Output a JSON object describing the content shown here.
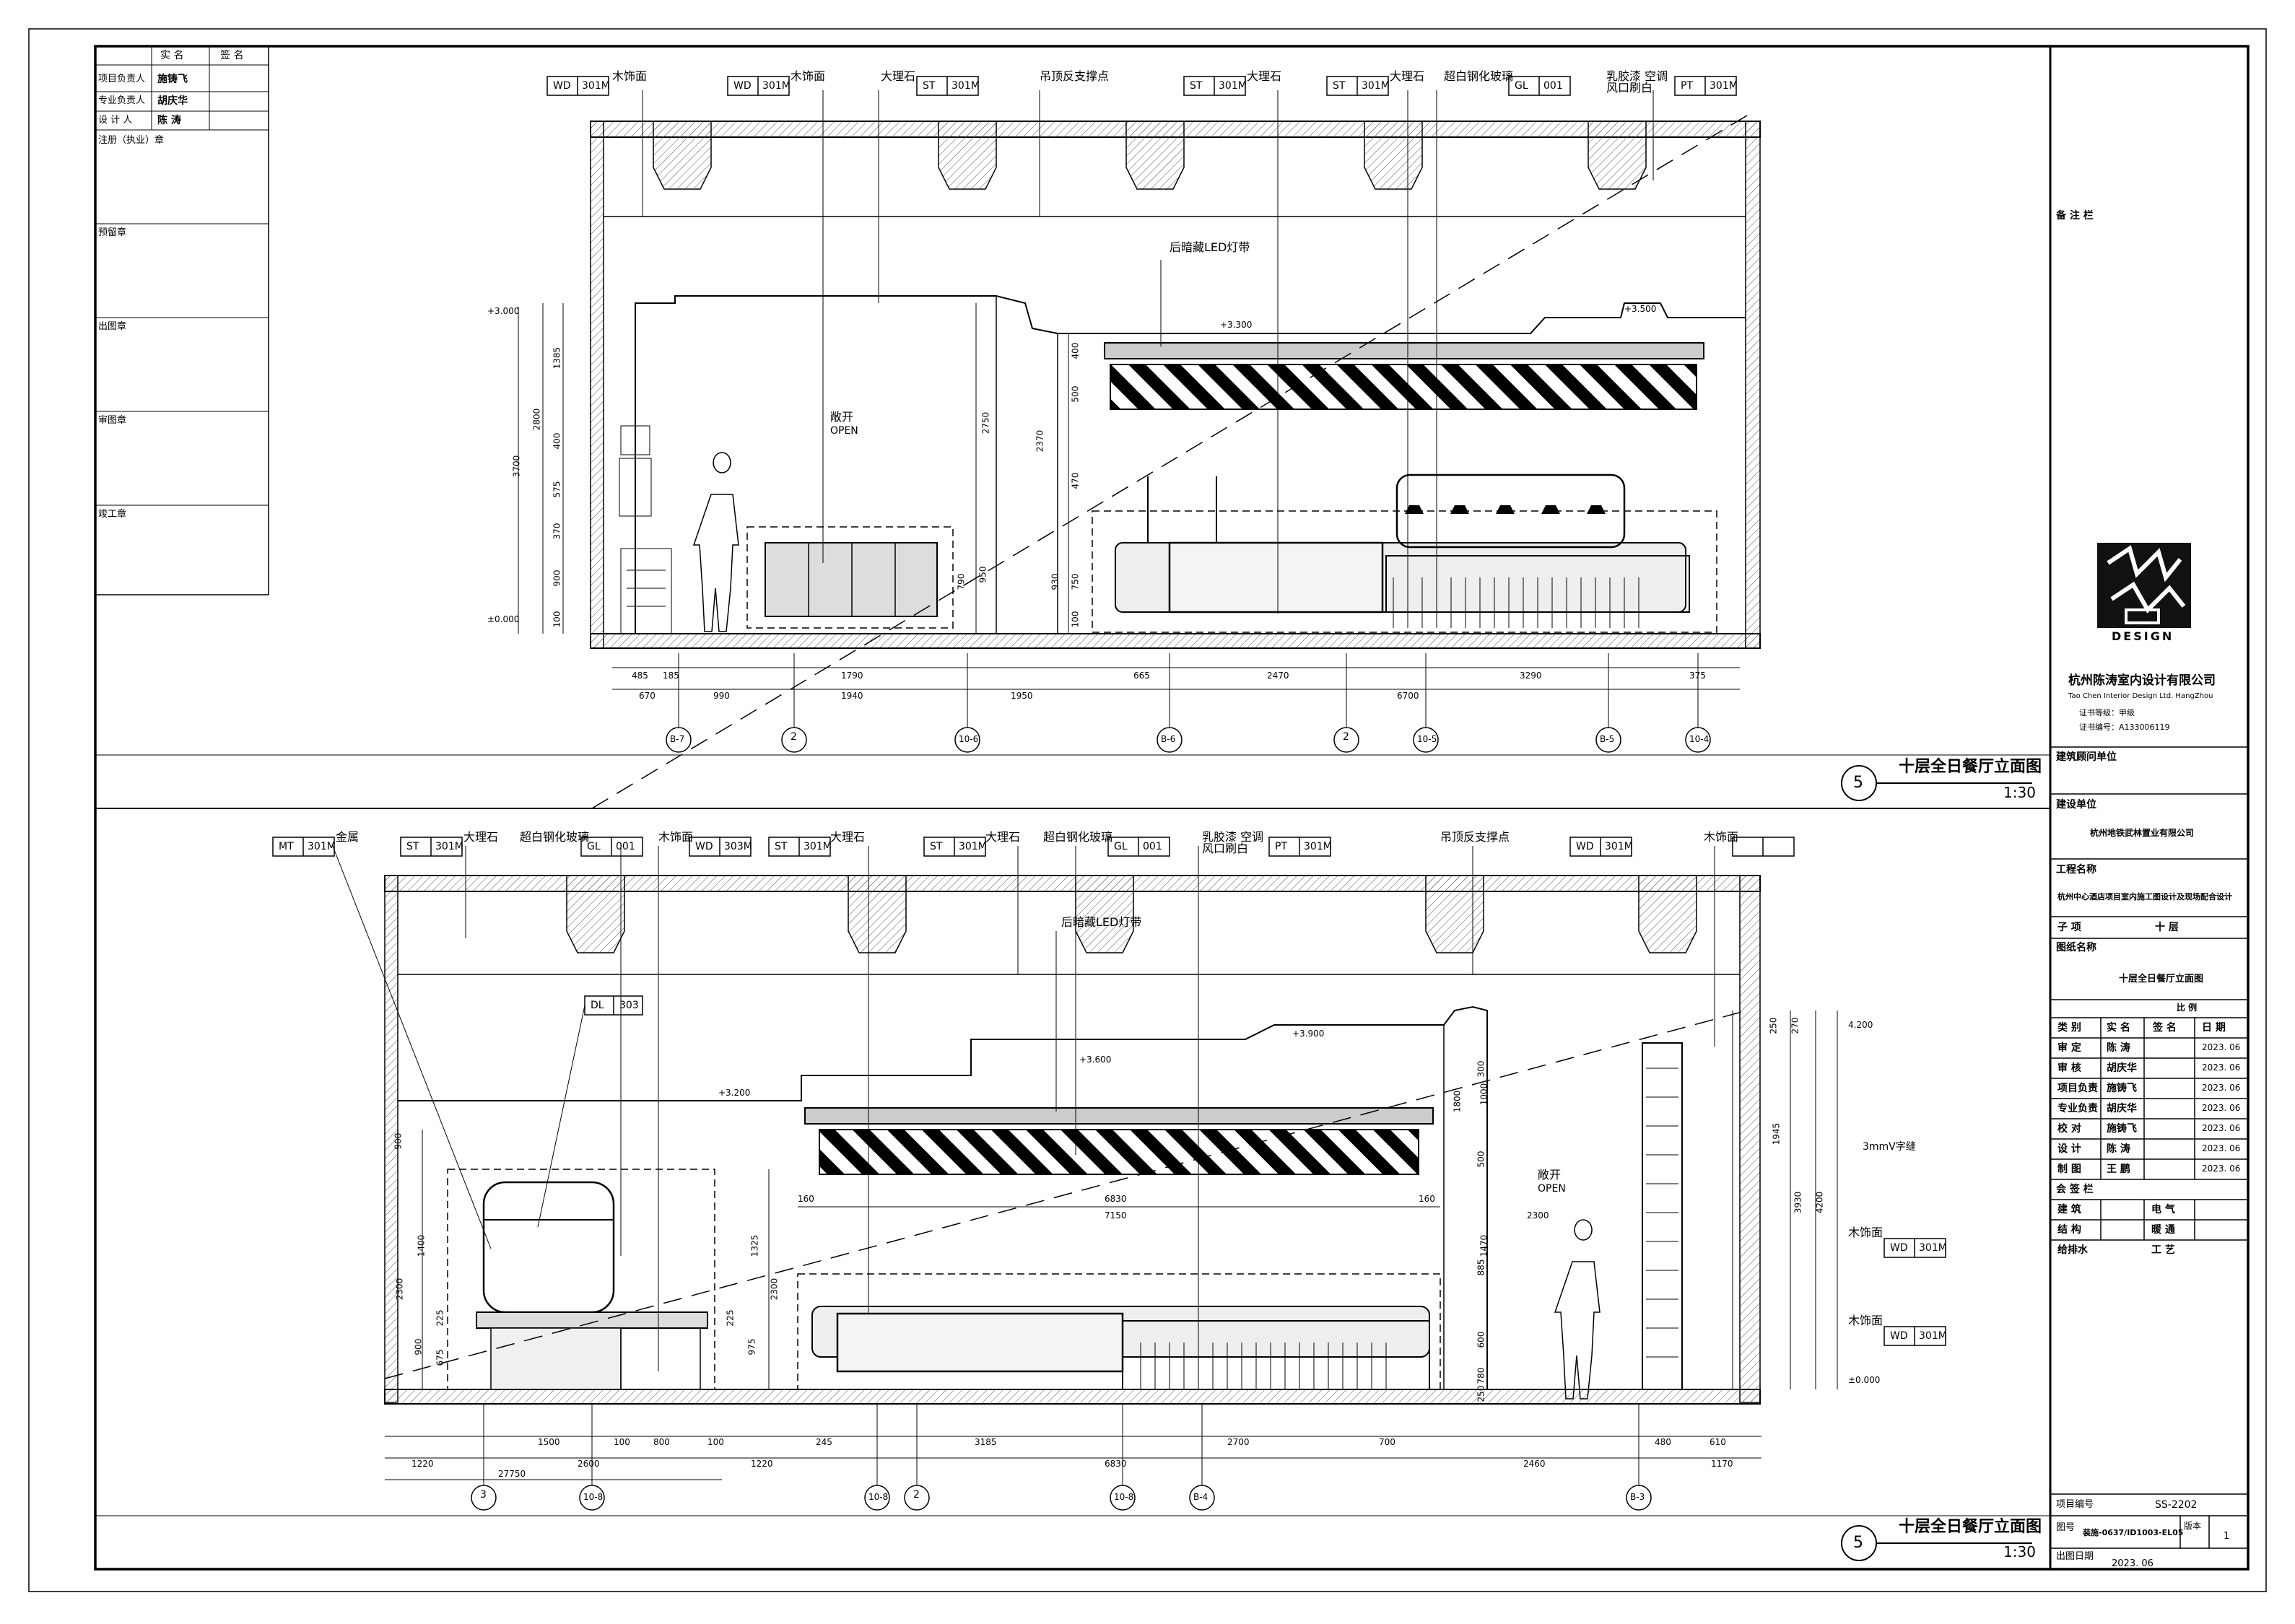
{
  "left_block": {
    "headers": [
      "实 名",
      "签 名"
    ],
    "rows": [
      {
        "label": "项目负责人",
        "name": "施铸飞"
      },
      {
        "label": "专业负责人",
        "name": "胡庆华"
      },
      {
        "label": "设 计 人",
        "name": "陈 涛"
      }
    ],
    "stamps": [
      "注册（执业）章",
      "预留章",
      "出图章",
      "审图章",
      "竣工章"
    ]
  },
  "upper": {
    "tags": [
      {
        "code": "WD",
        "num": "301M",
        "text": "木饰面"
      },
      {
        "code": "WD",
        "num": "301M",
        "text": "木饰面"
      },
      {
        "code": "ST",
        "num": "301M",
        "text": "大理石"
      },
      {
        "code": "",
        "num": "",
        "text": "吊顶反支撑点"
      },
      {
        "code": "ST",
        "num": "301M",
        "text": "大理石"
      },
      {
        "code": "ST",
        "num": "301M",
        "text": "大理石"
      },
      {
        "code": "GL",
        "num": "001",
        "text": "超白钢化玻璃"
      },
      {
        "code": "PT",
        "num": "301M",
        "text": "乳胶漆 空调风口刷白"
      }
    ],
    "led": "后暗藏LED灯带",
    "open": "敞开",
    "open_en": "OPEN",
    "levels": [
      "+3.000",
      "±0.000",
      "+3.300",
      "+3.500"
    ],
    "vdims_left": [
      "1385",
      "400",
      "575",
      "370",
      "900",
      "100",
      "2800",
      "3700"
    ],
    "vdims_mid": [
      "2750",
      "790",
      "950"
    ],
    "vdims_right": [
      "400",
      "500",
      "2370",
      "470",
      "930",
      "750",
      "100"
    ],
    "hdims_row1": [
      "485",
      "185",
      "1790",
      "665",
      "2470",
      "3290",
      "375"
    ],
    "hdims_row2": [
      "670",
      "990",
      "1940",
      "1950",
      "6700"
    ],
    "axes": [
      "B-7",
      "2",
      "10-6",
      "B-6",
      "2",
      "10-5",
      "B-5",
      "10-4"
    ],
    "title": "十层全日餐厅立面图",
    "scale": "1:30",
    "num": "5"
  },
  "lower": {
    "tags": [
      {
        "code": "MT",
        "num": "301M",
        "text": "金属"
      },
      {
        "code": "ST",
        "num": "301M",
        "text": "大理石"
      },
      {
        "code": "GL",
        "num": "001",
        "text": "超白钢化玻璃"
      },
      {
        "code": "WD",
        "num": "303M",
        "text": "木饰面"
      },
      {
        "code": "ST",
        "num": "301M",
        "text": "大理石"
      },
      {
        "code": "ST",
        "num": "301M",
        "text": "大理石"
      },
      {
        "code": "GL",
        "num": "001",
        "text": "超白钢化玻璃"
      },
      {
        "code": "PT",
        "num": "301M",
        "text": "乳胶漆 空调风口刷白"
      },
      {
        "code": "",
        "num": "",
        "text": "吊顶反支撑点"
      },
      {
        "code": "WD",
        "num": "301M",
        "text": "木饰面"
      }
    ],
    "dl": {
      "code": "DL",
      "num": "303"
    },
    "led": "后暗藏LED灯带",
    "open": "敞开",
    "open_en": "OPEN",
    "gap": "3mmV字缝",
    "side_tags": [
      {
        "code": "WD",
        "num": "301M",
        "text": "木饰面"
      },
      {
        "code": "WD",
        "num": "301M",
        "text": "木饰面"
      }
    ],
    "levels": [
      "+3.200",
      "+3.600",
      "+3.900",
      "4.200",
      "±0.000"
    ],
    "vdims_left": [
      "900",
      "1400",
      "225",
      "900",
      "675",
      "2300"
    ],
    "vdims_mid": [
      "1325",
      "225",
      "975",
      "2300"
    ],
    "vdims_right": [
      "300",
      "1000",
      "1800",
      "500",
      "1470",
      "885",
      "600",
      "780",
      "250",
      "1945",
      "3930",
      "4200",
      "270",
      "250"
    ],
    "hdims_row1": [
      "1500",
      "100",
      "800",
      "100",
      "245",
      "3185",
      "2700",
      "700",
      "480",
      "610"
    ],
    "hdims_row2": [
      "1220",
      "2600",
      "1220",
      "6830",
      "2460",
      "1170"
    ],
    "hdims_row3": [
      "27750"
    ],
    "inner_dims": [
      "160",
      "6830",
      "160",
      "7150",
      "2300"
    ],
    "axes": [
      "3",
      "10-8",
      "10-8",
      "2",
      "10-8",
      "B-4",
      "B-3"
    ],
    "title": "十层全日餐厅立面图",
    "scale": "1:30",
    "num": "5"
  },
  "title_block": {
    "remarks": "备 注 栏",
    "logo_text": "DESIGN",
    "company": "杭州陈涛室内设计有限公司",
    "company_en": "Tao Chen Interior Design Ltd. HangZhou",
    "cert_level": "证书等级：甲级",
    "cert_no": "证书编号：A133006119",
    "consultant_label": "建筑顾问单位",
    "builder_label": "建设单位",
    "builder": "杭州地铁武林置业有限公司",
    "project_label": "工程名称",
    "project": "杭州中心酒店项目室内施工图设计及现场配合设计",
    "subitem_label": "子 项",
    "subitem": "十 层",
    "drawing_label": "图纸名称",
    "drawing": "十层全日餐厅立面图",
    "scale_label": "比 例",
    "sign_headers": [
      "类 别",
      "实 名",
      "签 名",
      "日 期"
    ],
    "sign_rows": [
      {
        "role": "审 定",
        "name": "陈 涛",
        "date": "2023. 06"
      },
      {
        "role": "审 核",
        "name": "胡庆华",
        "date": "2023. 06"
      },
      {
        "role": "项目负责",
        "name": "施铸飞",
        "date": "2023. 06"
      },
      {
        "role": "专业负责",
        "name": "胡庆华",
        "date": "2023. 06"
      },
      {
        "role": "校 对",
        "name": "施铸飞",
        "date": "2023. 06"
      },
      {
        "role": "设 计",
        "name": "陈 涛",
        "date": "2023. 06"
      },
      {
        "role": "制 图",
        "name": "王 鹏",
        "date": "2023. 06"
      }
    ],
    "countersign": "会 签 栏",
    "cs_rows": [
      {
        "a": "建 筑",
        "b": "电 气"
      },
      {
        "a": "结 构",
        "b": "暖 通"
      },
      {
        "a": "给排水",
        "b": "工 艺"
      }
    ],
    "project_no_label": "项目编号",
    "project_no": "SS-2202",
    "drawing_no_label": "图号",
    "drawing_no": "装施-0637/ID1003-EL05",
    "version_label": "版本",
    "version": "1",
    "date_label": "出图日期",
    "date": "2023. 06"
  }
}
